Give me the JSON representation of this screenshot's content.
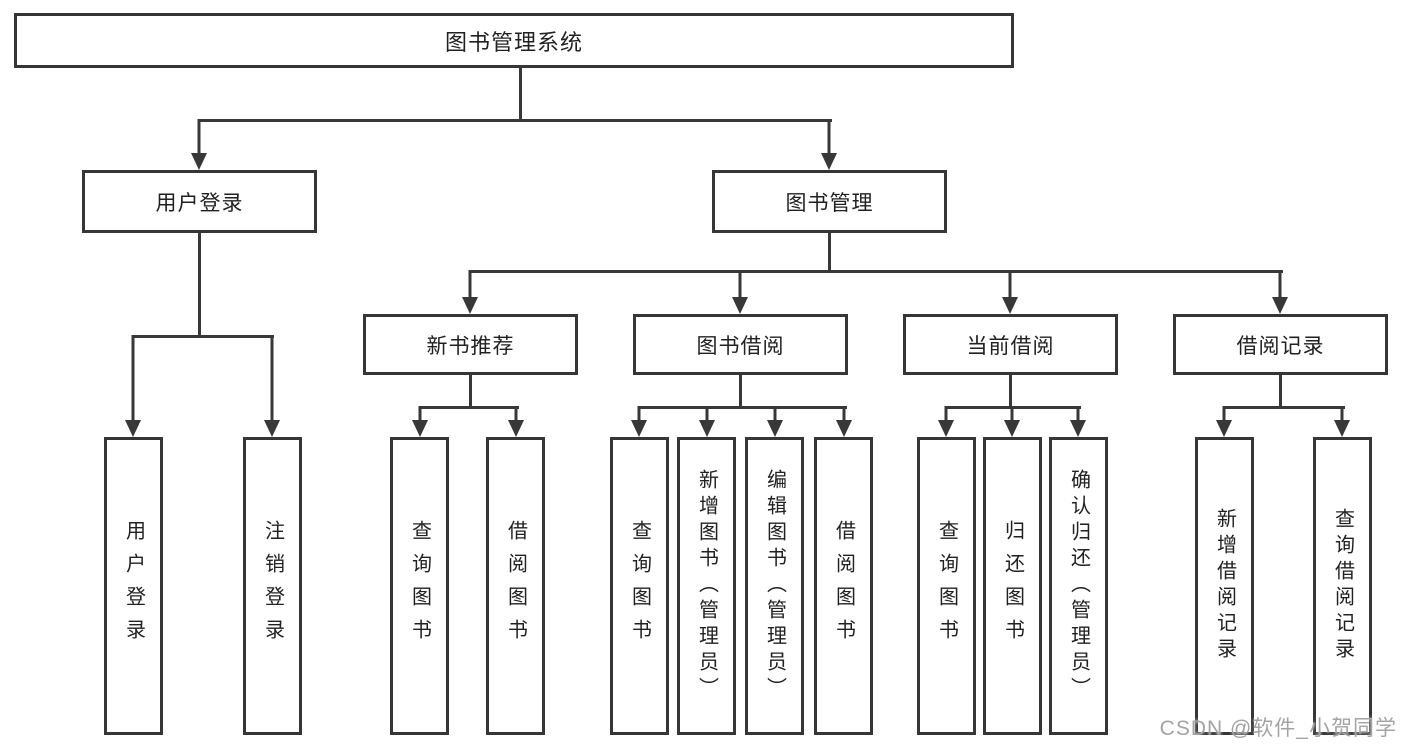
{
  "tree": {
    "root": {
      "label": "图书管理系统",
      "children": [
        {
          "label": "用户登录",
          "children": [
            {
              "label": "用户登录"
            },
            {
              "label": "注销登录"
            }
          ]
        },
        {
          "label": "图书管理",
          "children": [
            {
              "label": "新书推荐",
              "children": [
                {
                  "label": "查询图书"
                },
                {
                  "label": "借阅图书"
                }
              ]
            },
            {
              "label": "图书借阅",
              "children": [
                {
                  "label": "查询图书"
                },
                {
                  "label": "新增图书（管理员）"
                },
                {
                  "label": "编辑图书（管理员）"
                },
                {
                  "label": "借阅图书"
                }
              ]
            },
            {
              "label": "当前借阅",
              "children": [
                {
                  "label": "查询图书"
                },
                {
                  "label": "归还图书"
                },
                {
                  "label": "确认归还（管理员）"
                }
              ]
            },
            {
              "label": "借阅记录",
              "children": [
                {
                  "label": "新增借阅记录"
                },
                {
                  "label": "查询借阅记录"
                }
              ]
            }
          ]
        }
      ]
    }
  },
  "watermark": {
    "text": "CSDN @软件_小贺同学",
    "color": "#a3a3a3"
  },
  "colors": {
    "line": "#383838",
    "box_border": "#363636",
    "background": "#ffffff",
    "text": "#212121"
  }
}
